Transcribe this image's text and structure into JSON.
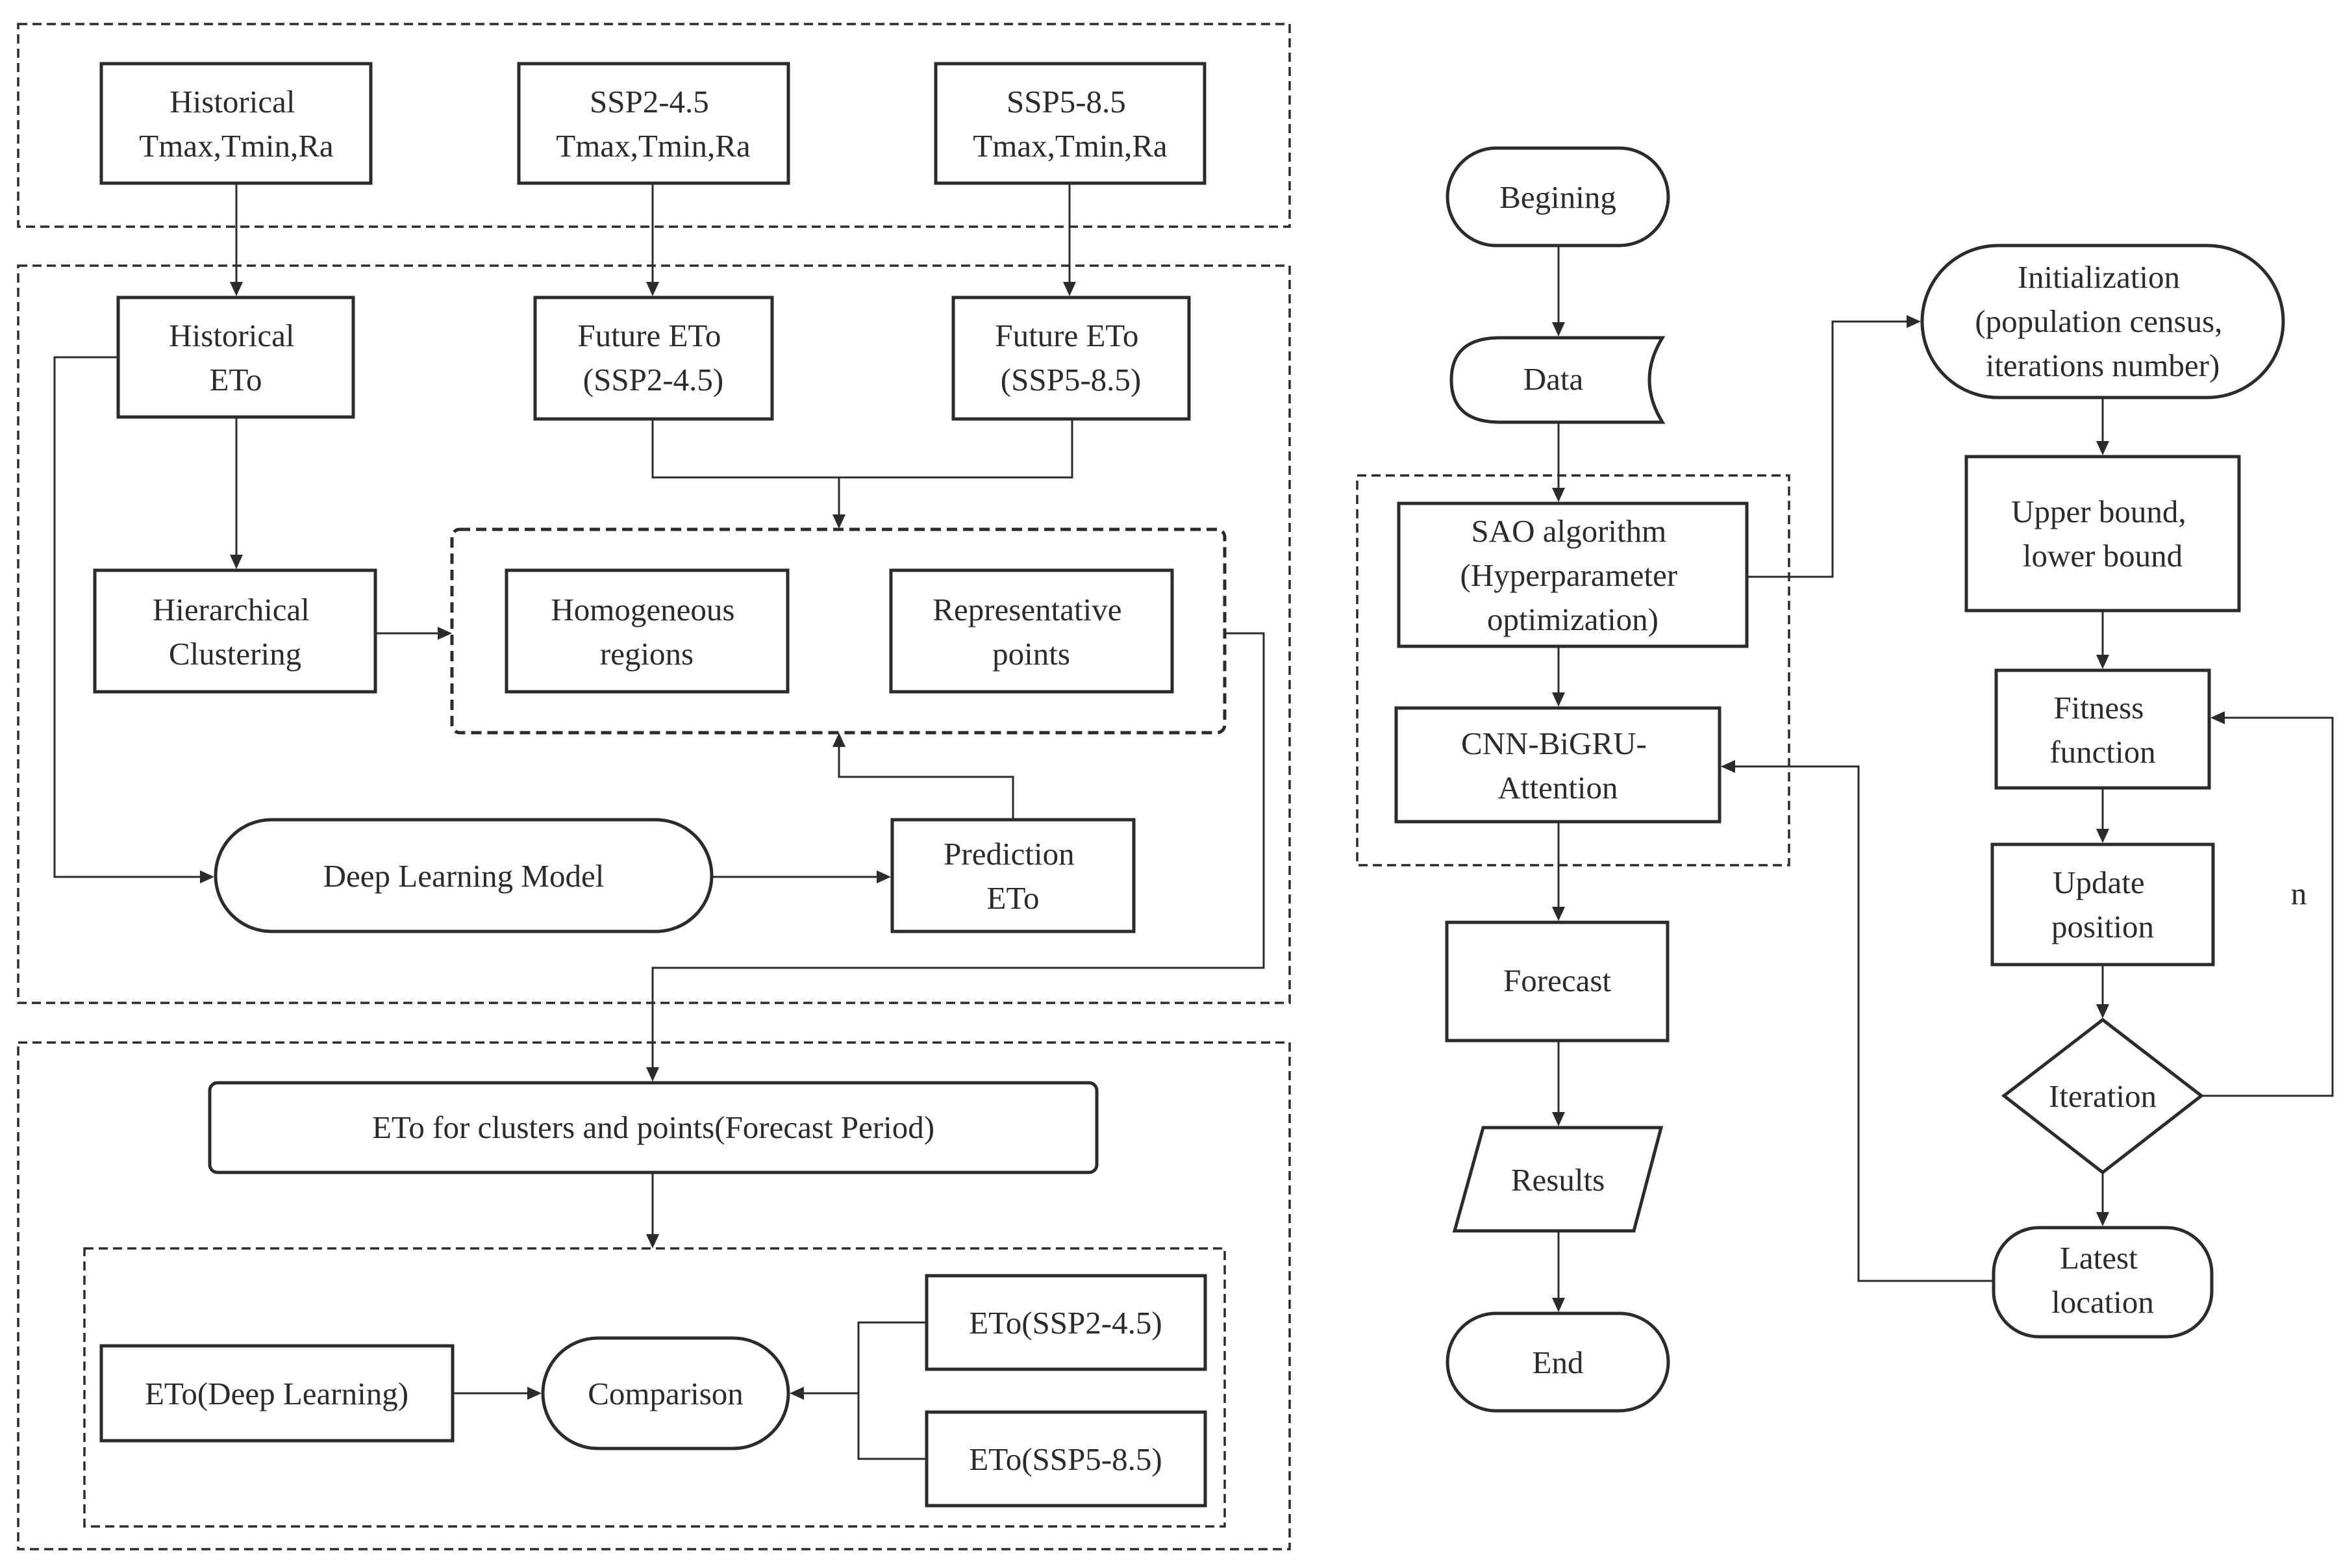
{
  "nodes": {
    "hist_inputs": [
      "Historical",
      "Tmax,Tmin,Ra"
    ],
    "ssp245_inputs": [
      "SSP2-4.5",
      "Tmax,Tmin,Ra"
    ],
    "ssp585_inputs": [
      "SSP5-8.5",
      "Tmax,Tmin,Ra"
    ],
    "hist_eto": [
      "Historical",
      "ETo"
    ],
    "future_eto_245": [
      "Future ETo",
      "(SSP2-4.5)"
    ],
    "future_eto_585": [
      "Future ETo",
      "(SSP5-8.5)"
    ],
    "hier_clustering": [
      "Hierarchical",
      "Clustering"
    ],
    "homogeneous_regions": [
      "Homogeneous",
      "regions"
    ],
    "representative_points": [
      "Representative",
      "points"
    ],
    "deep_learning_model": [
      "Deep Learning Model"
    ],
    "prediction_eto": [
      "Prediction",
      "ETo"
    ],
    "eto_clusters_points": [
      "ETo for clusters and points(Forecast Period)"
    ],
    "eto_deep_learning": [
      "ETo(Deep Learning)"
    ],
    "comparison": [
      "Comparison"
    ],
    "eto_ssp245": [
      "ETo(SSP2-4.5)"
    ],
    "eto_ssp585": [
      "ETo(SSP5-8.5)"
    ],
    "begining": [
      "Begining"
    ],
    "data": [
      "Data"
    ],
    "sao_algorithm": [
      "SAO algorithm",
      "(Hyperparameter",
      "optimization)"
    ],
    "cnn_bigru": [
      "CNN-BiGRU-",
      "Attention"
    ],
    "forecast": [
      "Forecast"
    ],
    "results": [
      "Results"
    ],
    "end": [
      "End"
    ],
    "initialization": [
      "Initialization",
      "(population census,",
      "iterations number)"
    ],
    "bounds": [
      "Upper bound,",
      "lower bound"
    ],
    "fitness": [
      "Fitness",
      "function"
    ],
    "update_position": [
      "Update",
      "position"
    ],
    "iteration": [
      "Iteration"
    ],
    "latest_location": [
      "Latest",
      "location"
    ]
  },
  "edge_labels": {
    "loop_n": "n"
  }
}
